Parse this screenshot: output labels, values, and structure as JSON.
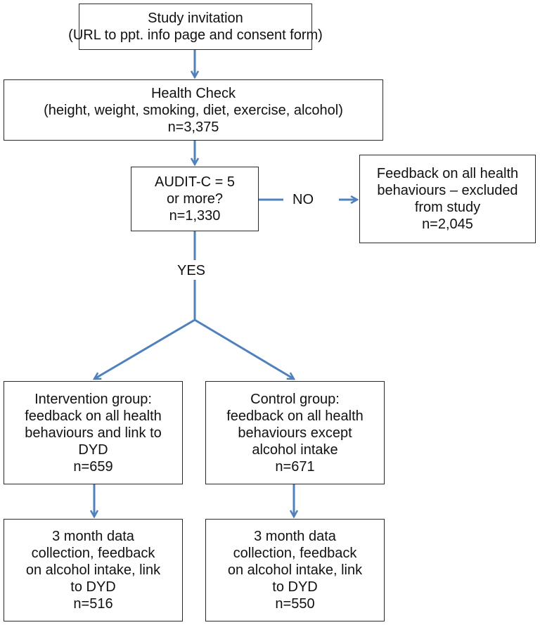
{
  "colors": {
    "arrow": "#4f81bd",
    "border": "#2a2a2a",
    "text": "#111111"
  },
  "boxes": {
    "invitation": {
      "lines": [
        "Study invitation",
        "(URL to ppt. info page and consent form)"
      ]
    },
    "health_check": {
      "lines": [
        "Health Check",
        "(height, weight, smoking, diet, exercise, alcohol)",
        "n=3,375"
      ]
    },
    "audit": {
      "lines": [
        "AUDIT-C = 5",
        "or more?",
        "n=1,330"
      ]
    },
    "excluded": {
      "lines": [
        "Feedback on all health",
        "behaviours – excluded",
        "from study",
        "n=2,045"
      ]
    },
    "intervention": {
      "lines": [
        "Intervention group:",
        "feedback on all health",
        "behaviours and link to",
        "DYD",
        "n=659"
      ]
    },
    "control": {
      "lines": [
        "Control group:",
        "feedback on all health",
        "behaviours except",
        "alcohol intake",
        "n=671"
      ]
    },
    "intervention_followup": {
      "lines": [
        "3 month data",
        "collection, feedback",
        "on alcohol intake, link",
        "to DYD",
        "n=516"
      ]
    },
    "control_followup": {
      "lines": [
        "3 month data",
        "collection, feedback",
        "on alcohol intake, link",
        "to DYD",
        "n=550"
      ]
    }
  },
  "labels": {
    "no": "NO",
    "yes": "YES"
  }
}
